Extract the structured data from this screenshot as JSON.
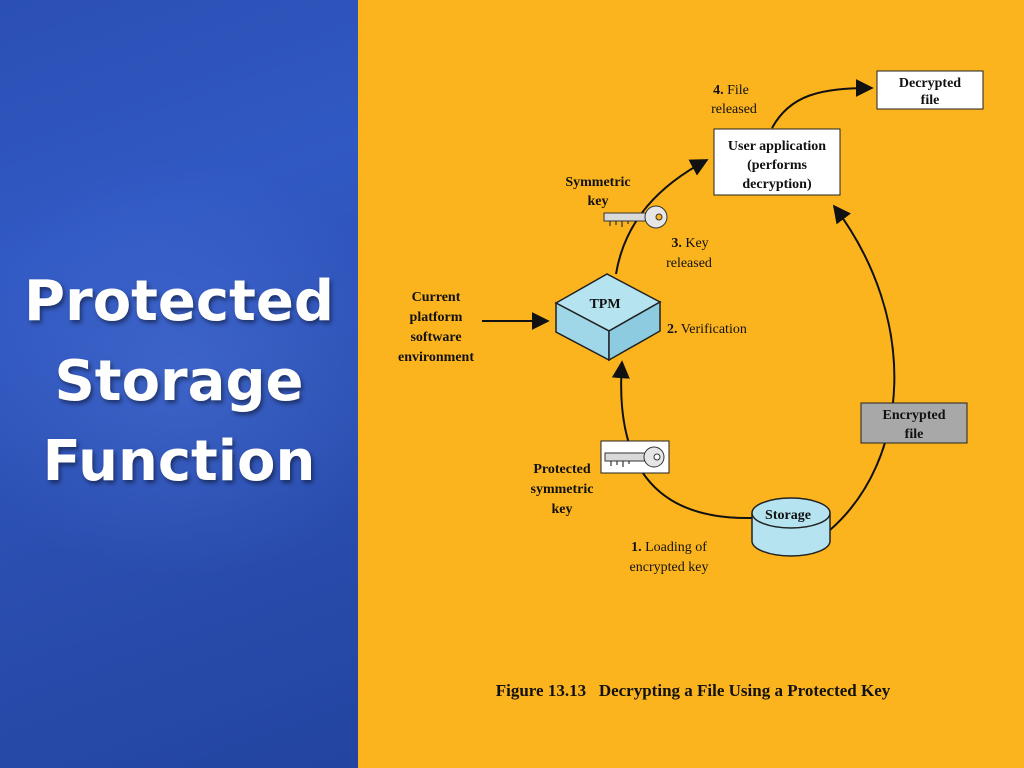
{
  "slide": {
    "title_lines": [
      "Protected",
      "Storage",
      "Function"
    ]
  },
  "diagram": {
    "decrypted_file": [
      "Decrypted",
      "file"
    ],
    "user_app": [
      "User application",
      "(performs",
      "decryption)"
    ],
    "step4": {
      "num": "4.",
      "text": "File",
      "line2": "released"
    },
    "symmetric_key": [
      "Symmetric",
      "key"
    ],
    "step3": {
      "num": "3.",
      "text": "Key",
      "line2": "released"
    },
    "current_platform": [
      "Current",
      "platform",
      "software",
      "environment"
    ],
    "tpm": "TPM",
    "step2": {
      "num": "2.",
      "text": "Verification"
    },
    "encrypted_file": [
      "Encrypted",
      "file"
    ],
    "protected_key": [
      "Protected",
      "symmetric",
      "key"
    ],
    "storage": "Storage",
    "step1": {
      "num": "1.",
      "text": "Loading of",
      "line2": "encrypted key"
    },
    "caption": "Figure 13.13   Decrypting a File Using a Protected Key"
  },
  "colors": {
    "background_right": "#fcb41e",
    "background_left": "#2b4fb4",
    "storage_fill": "#b5e3f0",
    "tpm_fill": "#b5e3f0",
    "encrypted_box": "#a8a8a8"
  }
}
